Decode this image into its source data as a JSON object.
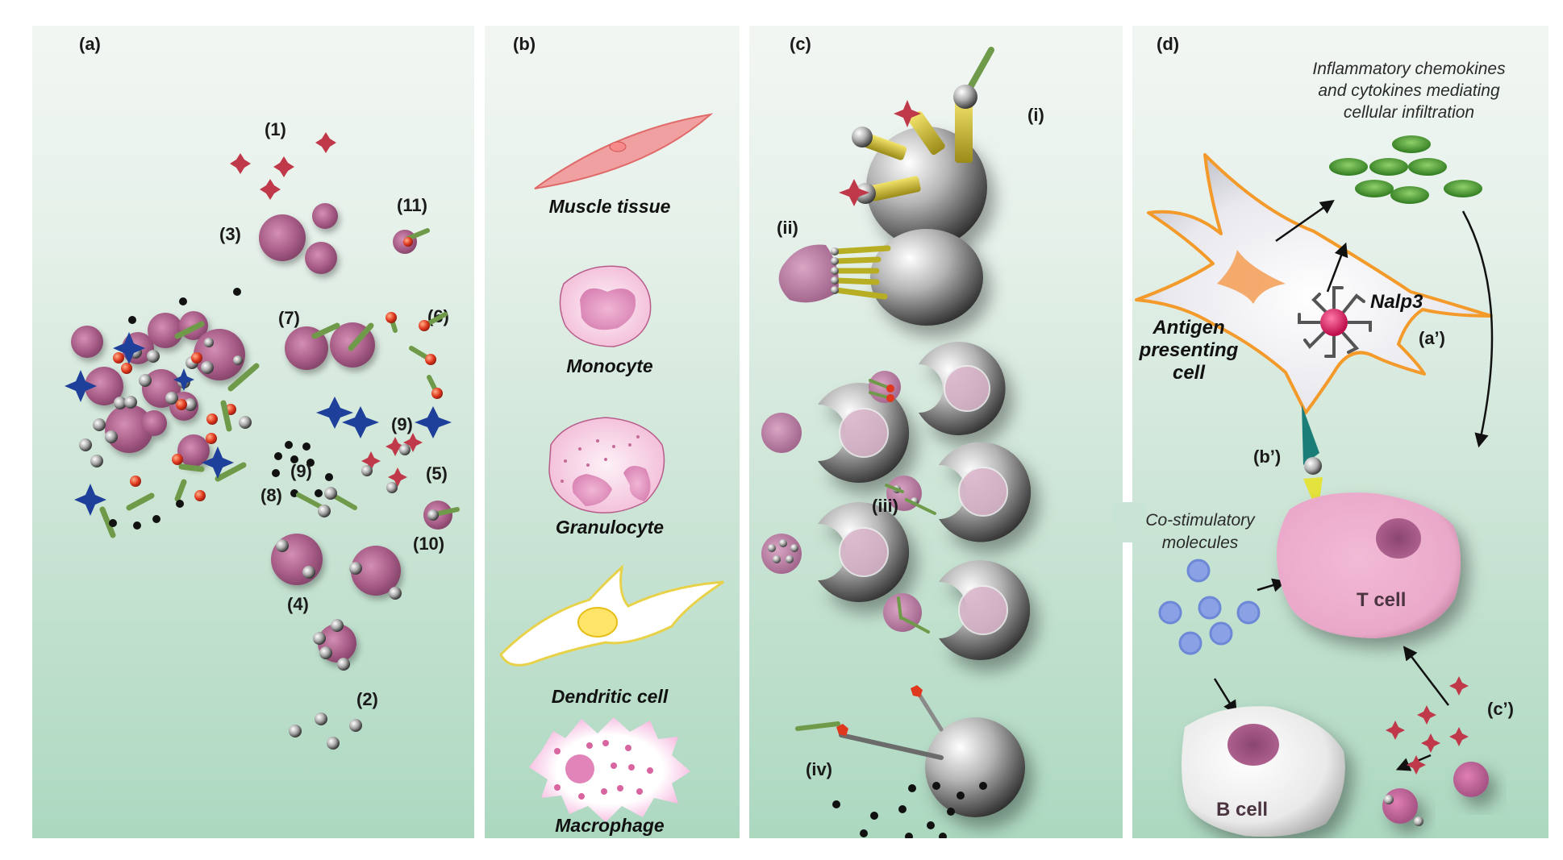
{
  "figure": {
    "panels": {
      "a": {
        "label": "(a)",
        "item_labels": [
          "(1)",
          "(2)",
          "(3)",
          "(4)",
          "(5)",
          "(6)",
          "(7)",
          "(8)",
          "(9)",
          "(9)",
          "(10)",
          "(11)"
        ]
      },
      "b": {
        "label": "(b)",
        "cells": [
          "Muscle tissue",
          "Monocyte",
          "Granulocyte",
          "Dendritic cell",
          "Macrophage"
        ]
      },
      "c": {
        "label": "(c)",
        "sub_labels": [
          "(i)",
          "(ii)",
          "(iii)",
          "(iv)"
        ]
      },
      "d": {
        "label": "(d)",
        "chemokine_caption": [
          "Inflammatory chemokines",
          "and cytokines mediating",
          "cellular infiltration"
        ],
        "nalp3": "Nalp3",
        "apc_label": [
          "Antigen",
          "presenting",
          "cell"
        ],
        "step_labels": [
          "(a’)",
          "(b’)",
          "(c’)"
        ],
        "costim_label": [
          "Co-stimulatory",
          "molecules"
        ],
        "t_cell": "T cell",
        "b_cell": "B cell"
      }
    },
    "colors": {
      "antigen_mauve": "#a45a84",
      "adjuvant_gray": "#b8b8b8",
      "star_red": "#c0394a",
      "star_blue": "#1e3f9a",
      "rod_green": "#6f9a4a",
      "apc_orange": "#f39a2a",
      "t_cell_pink": "#eeb3d0",
      "b_cell_white": "#ececec",
      "costim_blue": "#7f99df",
      "chemokine_green": "#3f9a2f",
      "nalp3_red": "#d8175a",
      "tcr_teal": "#1b7d78",
      "mhc_yellow": "#e4e23c"
    }
  }
}
